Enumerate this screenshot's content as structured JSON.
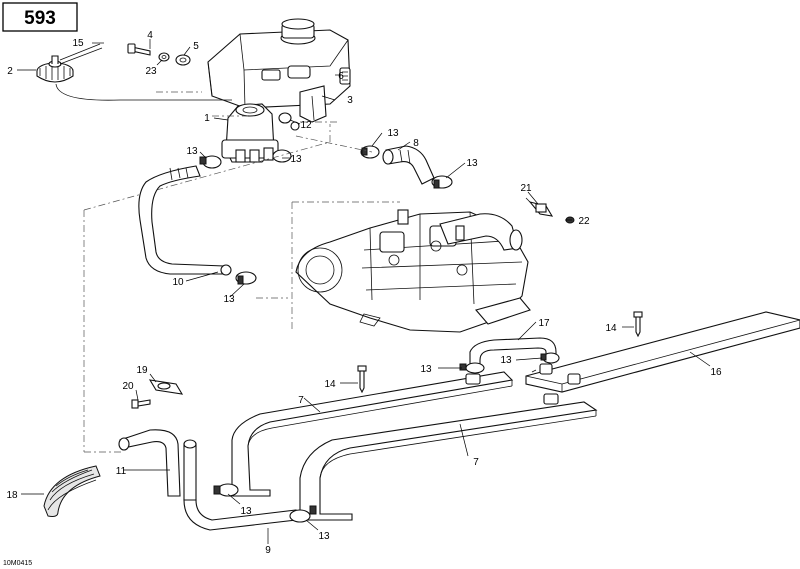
{
  "diagram_number": "593",
  "image_reference": "10M0415",
  "callouts": [
    {
      "id": "c1",
      "label": "1"
    },
    {
      "id": "c2",
      "label": "2"
    },
    {
      "id": "c3",
      "label": "3"
    },
    {
      "id": "c4",
      "label": "4"
    },
    {
      "id": "c5",
      "label": "5"
    },
    {
      "id": "c6",
      "label": "6"
    },
    {
      "id": "c7a",
      "label": "7"
    },
    {
      "id": "c7b",
      "label": "7"
    },
    {
      "id": "c8",
      "label": "8"
    },
    {
      "id": "c9",
      "label": "9"
    },
    {
      "id": "c10",
      "label": "10"
    },
    {
      "id": "c11",
      "label": "11"
    },
    {
      "id": "c12",
      "label": "12"
    },
    {
      "id": "c13a",
      "label": "13"
    },
    {
      "id": "c13b",
      "label": "13"
    },
    {
      "id": "c13c",
      "label": "13"
    },
    {
      "id": "c13d",
      "label": "13"
    },
    {
      "id": "c13e",
      "label": "13"
    },
    {
      "id": "c13f",
      "label": "13"
    },
    {
      "id": "c13g",
      "label": "13"
    },
    {
      "id": "c13h",
      "label": "13"
    },
    {
      "id": "c13i",
      "label": "13"
    },
    {
      "id": "c14a",
      "label": "14"
    },
    {
      "id": "c14b",
      "label": "14"
    },
    {
      "id": "c15",
      "label": "15"
    },
    {
      "id": "c16",
      "label": "16"
    },
    {
      "id": "c17",
      "label": "17"
    },
    {
      "id": "c18",
      "label": "18"
    },
    {
      "id": "c19",
      "label": "19"
    },
    {
      "id": "c20",
      "label": "20"
    },
    {
      "id": "c21",
      "label": "21"
    },
    {
      "id": "c22",
      "label": "22"
    },
    {
      "id": "c23",
      "label": "23"
    }
  ]
}
